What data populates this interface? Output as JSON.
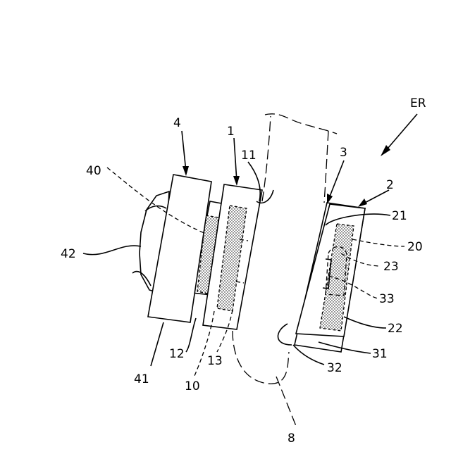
{
  "figure": {
    "direction_label": "ER",
    "labels": {
      "n1": "1",
      "n2": "2",
      "n3": "3",
      "n4": "4",
      "n8": "8",
      "n10": "10",
      "n11": "11",
      "n12": "12",
      "n13": "13",
      "n20": "20",
      "n21": "21",
      "n22": "22",
      "n23": "23",
      "n31": "31",
      "n32": "32",
      "n33": "33",
      "n40": "40",
      "n41": "41",
      "n42": "42"
    }
  }
}
